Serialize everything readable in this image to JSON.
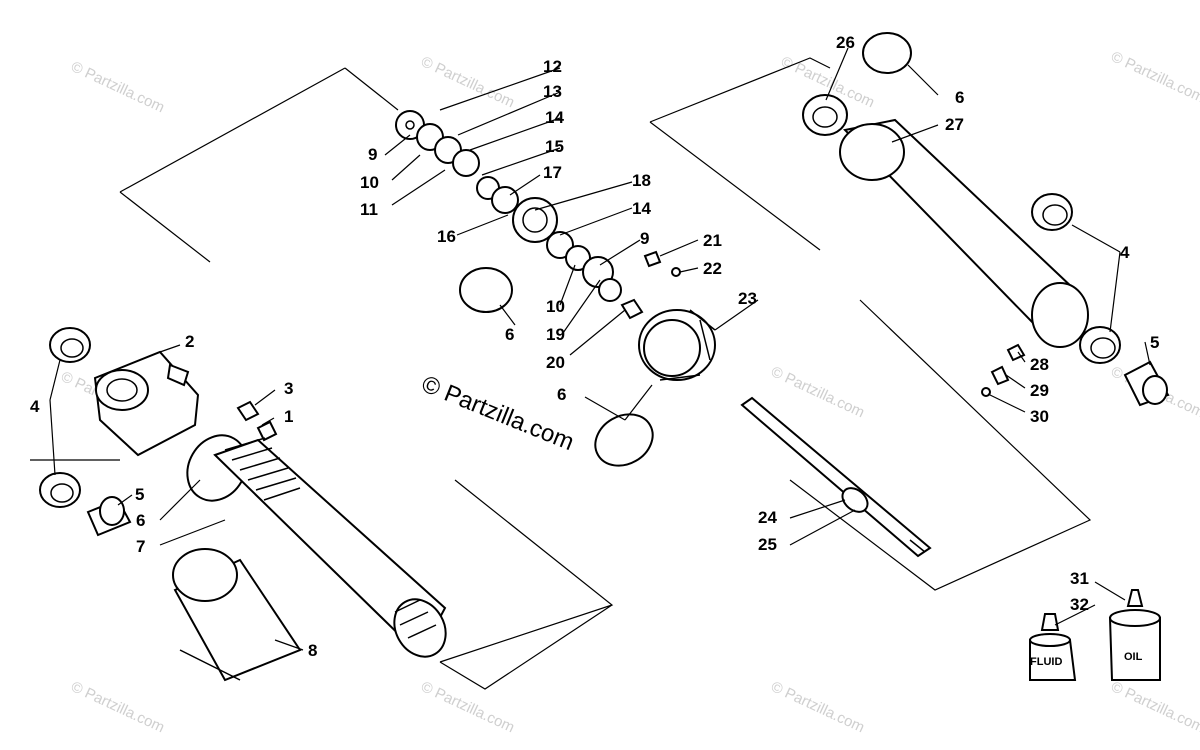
{
  "watermark_text": "© Partzilla.com",
  "center_watermark": "© Partzilla.com",
  "bottle_labels": {
    "fluid": "FLUID",
    "oil": "OIL"
  },
  "callouts": {
    "c1": "1",
    "c2": "2",
    "c3": "3",
    "c4a": "4",
    "c4b": "4",
    "c5a": "5",
    "c5b": "5",
    "c6a": "6",
    "c6b": "6",
    "c6c": "6",
    "c6d": "6",
    "c7": "7",
    "c8": "8",
    "c9a": "9",
    "c9b": "9",
    "c10a": "10",
    "c10b": "10",
    "c11": "11",
    "c12": "12",
    "c13": "13",
    "c14a": "14",
    "c14b": "14",
    "c15": "15",
    "c16": "16",
    "c17": "17",
    "c18": "18",
    "c19": "19",
    "c20": "20",
    "c21": "21",
    "c22": "22",
    "c23": "23",
    "c24": "24",
    "c25": "25",
    "c26": "26",
    "c27": "27",
    "c28": "28",
    "c29": "29",
    "c30": "30",
    "c31": "31",
    "c32": "32"
  }
}
